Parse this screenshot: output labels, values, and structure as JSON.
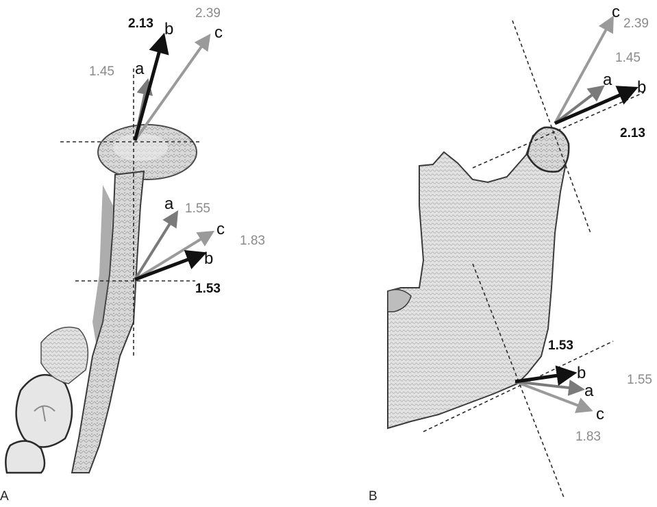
{
  "panels": {
    "A": {
      "label": "A",
      "upper": {
        "a_label": "a",
        "b_label": "b",
        "c_label": "c",
        "a_value": "1.45",
        "b_value": "2.13",
        "c_value": "2.39"
      },
      "lower": {
        "a_label": "a",
        "b_label": "b",
        "c_label": "c",
        "a_value": "1.55",
        "b_value": "1.53",
        "c_value": "1.83"
      }
    },
    "B": {
      "label": "B",
      "upper": {
        "a_label": "a",
        "b_label": "b",
        "c_label": "c",
        "a_value": "1.45",
        "b_value": "2.13",
        "c_value": "2.39"
      },
      "lower": {
        "a_label": "a",
        "b_label": "b",
        "c_label": "c",
        "a_value": "1.55",
        "b_value": "1.53",
        "c_value": "1.83"
      }
    }
  },
  "colors": {
    "arrow_a": "#7a7a7a",
    "arrow_b": "#111111",
    "arrow_c": "#9a9a9a",
    "bone_fill": "#d6d6d6",
    "bone_stroke": "#4a4a4a"
  }
}
